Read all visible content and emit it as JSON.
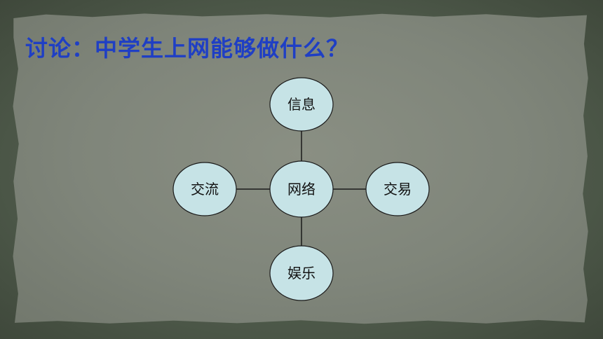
{
  "title": "讨论：中学生上网能够做什么？",
  "diagram": {
    "center": {
      "id": "network",
      "label": "网络"
    },
    "nodes": [
      {
        "id": "info",
        "label": "信息",
        "position": "top"
      },
      {
        "id": "exchange",
        "label": "交流",
        "position": "left"
      },
      {
        "id": "trade",
        "label": "交易",
        "position": "right"
      },
      {
        "id": "entertainment",
        "label": "娱乐",
        "position": "bottom"
      }
    ],
    "node_fill": "#c6e3e6",
    "node_stroke": "#1a1a1a",
    "connector_color": "#1a1a1a"
  },
  "colors": {
    "title": "#1f3fc4",
    "paper": "#858b80",
    "frame": "#4f5a4b"
  }
}
